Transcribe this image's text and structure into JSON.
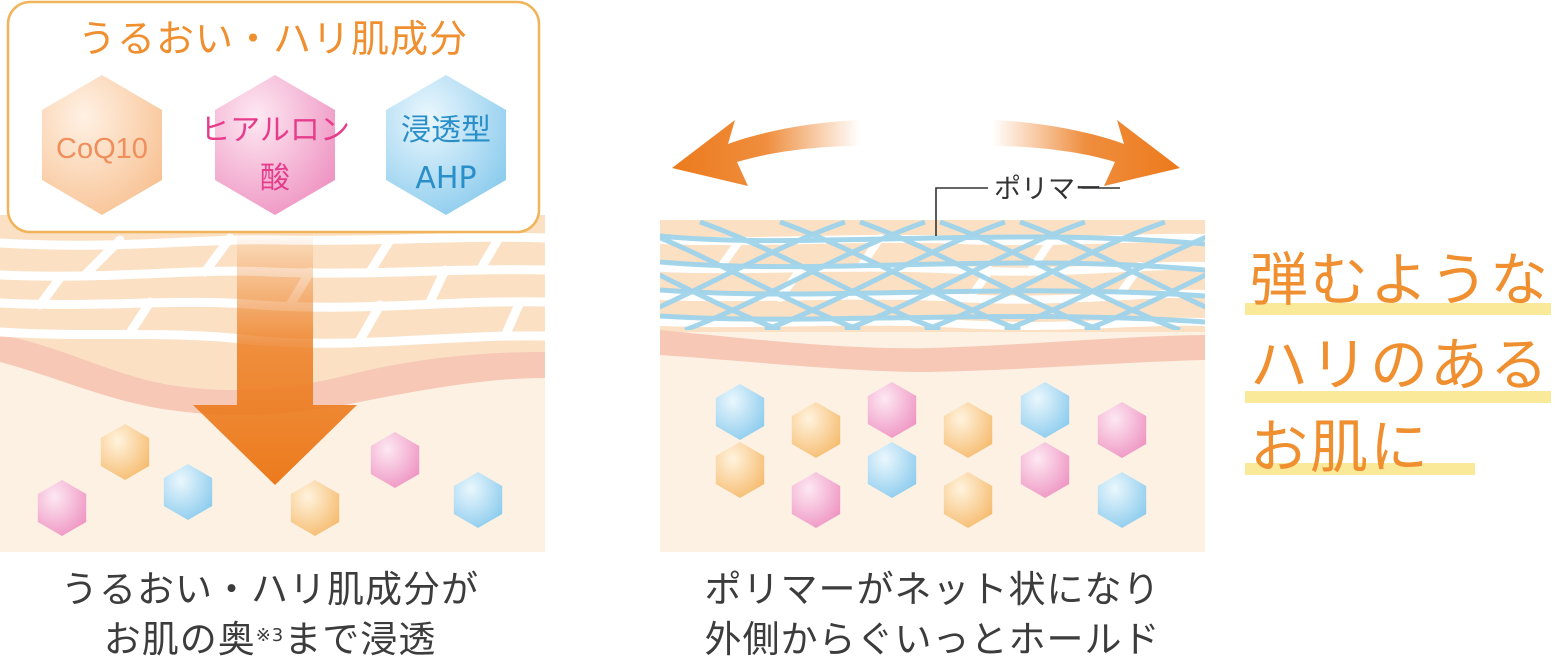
{
  "left_panel": {
    "box_title": "うるおい・ハリ肌成分",
    "ingredients": [
      {
        "label": "CoQ10",
        "color": "#ef8f5c"
      },
      {
        "label": "ヒアルロン\n酸",
        "color": "#e63c8c"
      },
      {
        "label": "浸透型\nAHP",
        "color": "#2a8fc9"
      }
    ],
    "caption_line1": "うるおい・ハリ肌成分が",
    "caption_line2_a": "お肌の奥",
    "caption_note": "※3",
    "caption_line2_b": "まで浸透"
  },
  "right_panel": {
    "polymer_label": "ポリマー",
    "caption_line1": "ポリマーがネット状になり",
    "caption_line2": "外側からぐいっとホールド"
  },
  "claim": {
    "lines": [
      "弾むような",
      "ハリのある",
      "お肌に"
    ],
    "color": "#ef8f2f",
    "highlight_color": "#fbe99a"
  },
  "colors": {
    "skin_light": "#fdf1e4",
    "skin_layer": "#fbe0c3",
    "skin_pink": "#f7c8b6",
    "arrow": "#ec7a1c",
    "net": "#9fd3ea",
    "box_border": "#f0b45a"
  }
}
